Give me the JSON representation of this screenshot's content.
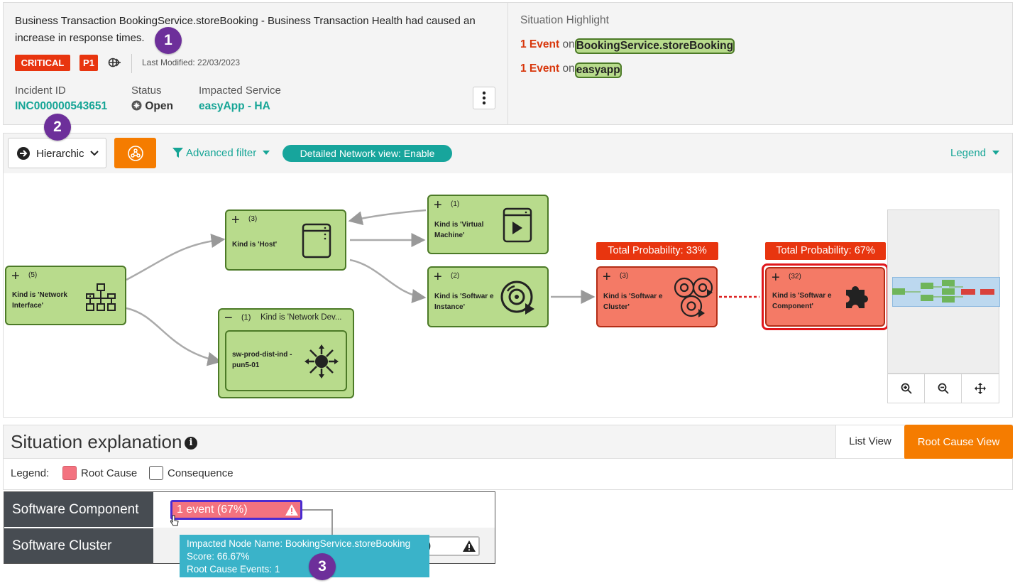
{
  "incident": {
    "title": "Business Transaction BookingService.storeBooking - Business Transaction Health had caused an increase in response times.",
    "severity": "CRITICAL",
    "priority": "P1",
    "last_modified": "Last Modified: 22/03/2023",
    "id_label": "Incident ID",
    "id_value": "INC000000543651",
    "status_label": "Status",
    "status_value": "Open",
    "service_label": "Impacted Service",
    "service_value": "easyApp - HA"
  },
  "situation_highlight": {
    "title": "Situation Highlight",
    "events": [
      {
        "count": "1 Event",
        "on": "on",
        "node": "BookingService.storeBooking"
      },
      {
        "count": "1 Event",
        "on": "on",
        "node": "easyapp"
      }
    ]
  },
  "markers": [
    "1",
    "2",
    "3"
  ],
  "toolbar": {
    "layout_value": "Hierarchic",
    "advanced_filter": "Advanced filter",
    "network_view": "Detailed Network view: Enable",
    "legend": "Legend"
  },
  "graph": {
    "nodes": [
      {
        "count": "(5)",
        "kind": "Kind is 'Network Interface'",
        "icon": "network-interface-icon"
      },
      {
        "count": "(3)",
        "kind": "Kind is 'Host'",
        "icon": "host-icon"
      },
      {
        "count": "(1)",
        "kind": "Kind is 'Virtual Machine'",
        "icon": "virtual-machine-icon"
      },
      {
        "count": "(2)",
        "kind": "Kind is 'Softwar e Instance'",
        "icon": "software-instance-icon"
      },
      {
        "count": "(3)",
        "kind": "Kind is 'Softwar e Cluster'",
        "icon": "software-cluster-icon"
      },
      {
        "count": "(32)",
        "kind": "Kind is 'Softwar e Component'",
        "icon": "puzzle-icon"
      }
    ],
    "group": {
      "count": "(1)",
      "kind": "Kind is 'Network Dev...",
      "child": "sw-prod-dist-ind -pun5-01",
      "icon": "network-device-icon"
    },
    "probabilities": [
      "Total Probability: 33%",
      "Total Probability: 67%"
    ],
    "colors": {
      "node_green": "#b8db8c",
      "node_red": "#f47a66",
      "critical": "#e8350f",
      "teal": "#16a596",
      "orange": "#f57c00"
    }
  },
  "explanation": {
    "title": "Situation explanation",
    "list_view": "List View",
    "root_cause_view": "Root Cause View",
    "legend_label": "Legend:",
    "legend_root": "Root Cause",
    "legend_consequence": "Consequence",
    "rows": [
      "Software Component",
      "Software Cluster"
    ],
    "event_chip": "1 event  (67%)",
    "event_chip2": ")",
    "tooltip": {
      "line1": "Impacted Node Name: BookingService.storeBooking",
      "line2": "Score: 66.67%",
      "line3": "Root Cause Events: 1"
    }
  }
}
